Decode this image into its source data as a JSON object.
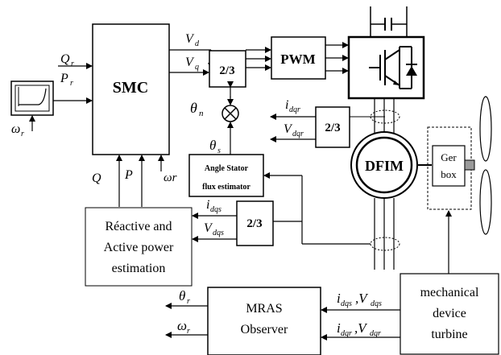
{
  "blocks": {
    "smc": "SMC",
    "pwm": "PWM",
    "transform_top": "2/3",
    "transform_rotor": "2/3",
    "transform_stator": "2/3",
    "dfim": "DFIM",
    "gearbox_line1": "Ger",
    "gearbox_line2": "box",
    "angle_line1": "Angle Stator",
    "angle_line2": "flux estimator",
    "power_line1": "Réactive and",
    "power_line2": "Active power",
    "power_line3": "estimation",
    "mras_line1": "MRAS",
    "mras_line2": "Observer",
    "mech_line1": "mechanical",
    "mech_line2": "device",
    "mech_line3": "turbine"
  },
  "signals": {
    "q_ref": "Q",
    "q_ref_sub": "r",
    "p_ref": "P",
    "p_ref_sub": "r",
    "omega_r_in": "ω",
    "omega_r_in_sub": "r",
    "vd": "V",
    "vd_sub": "d",
    "vq": "V",
    "vq_sub": "q",
    "theta_n": "θ",
    "theta_n_sub": "n",
    "theta_s": "θ",
    "theta_s_sub": "s",
    "idqr": "i",
    "idqr_sub": "dqr",
    "vdqr": "V",
    "vdqr_sub": "dqr",
    "idqs": "i",
    "idqs_sub": "dqs",
    "vdqs": "V",
    "vdqs_sub": "dqs",
    "q_meas": "Q",
    "p_meas": "P",
    "omega_r_meas": "ωr",
    "mras_in_stator": "i",
    "mras_in_stator_sub": "dqs",
    "mras_in_stator_v": ",V",
    "mras_in_stator_v_sub": "dqs",
    "mras_in_rotor": "i",
    "mras_in_rotor_sub": "dqr",
    "mras_in_rotor_v": ",V",
    "mras_in_rotor_v_sub": "dqr",
    "theta_r_out": "θ",
    "theta_r_out_sub": "r",
    "omega_r_out": "ω",
    "omega_r_out_sub": "r"
  }
}
